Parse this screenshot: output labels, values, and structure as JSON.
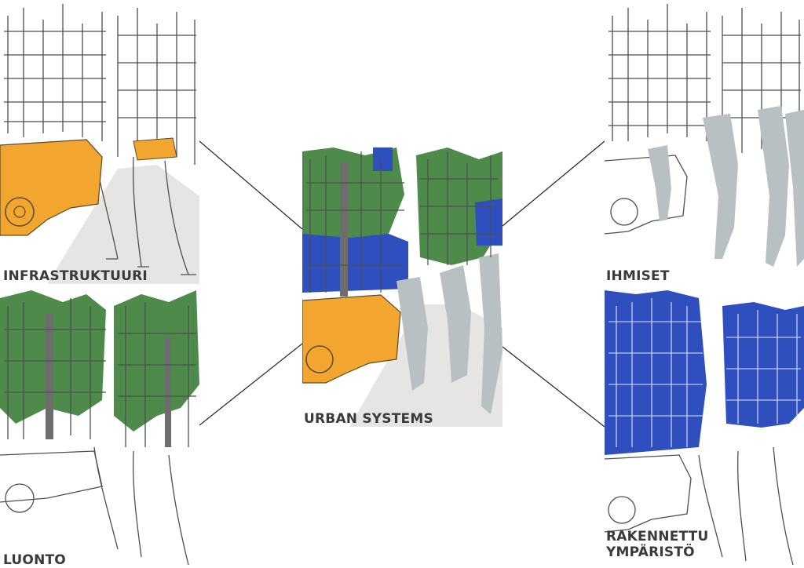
{
  "center": {
    "label": "URBAN SYSTEMS"
  },
  "panels": {
    "infrastructure": {
      "label": "INFRASTRUKTUURI"
    },
    "nature": {
      "label": "LUONTO"
    },
    "people": {
      "label": "IHMISET"
    },
    "built": {
      "label_line1": "RAKENNETTU",
      "label_line2": "YMPÄRISTÖ"
    }
  },
  "colors": {
    "infrastructure": "#f2a630",
    "nature": "#4e8b4a",
    "people": "#b8c0c2",
    "built": "#2f4fbf",
    "road": "#e6e5e3",
    "line": "#4b4f52"
  }
}
